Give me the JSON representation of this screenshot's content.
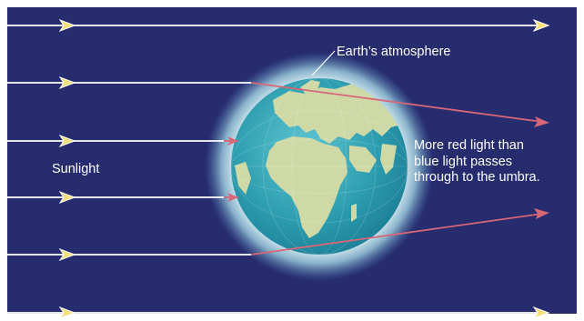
{
  "labels": {
    "atmosphere": "Earth’s atmosphere",
    "sunlight": "Sunlight",
    "red_light_lines": [
      "More red light than",
      "blue light passes",
      "through to the umbra."
    ]
  },
  "colors": {
    "background": "#262c6e",
    "white_ray": "#ffffff",
    "white_arrowhead": "#f6df78",
    "refracted_red_ray": "#d76677",
    "earth_ocean": "#2e9fb1",
    "earth_land": "#cfd9a6",
    "atmosphere_glow": "#bfe8ef"
  },
  "icons": {
    "earth": "earth-globe-icon"
  }
}
